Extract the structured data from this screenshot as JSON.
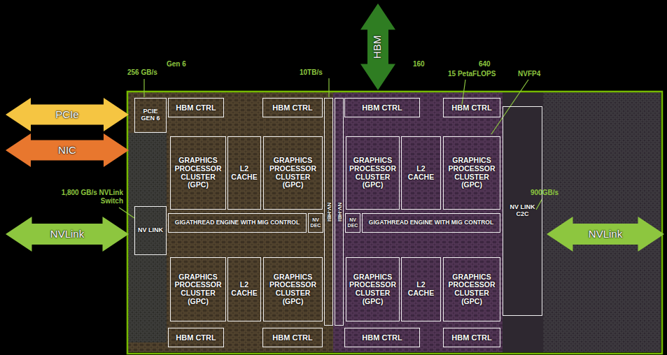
{
  "diagram": {
    "nodes": [
      {
        "text": [
          "HBM"
        ]
      },
      {
        "text": [
          "PCIe"
        ]
      },
      {
        "text": [
          "NIC"
        ]
      },
      {
        "text": [
          "NVLink"
        ]
      },
      {
        "text": [
          "PCIE GEN 6"
        ]
      },
      {
        "text": [
          "HBM CTRL"
        ]
      },
      {
        "text": [
          "HBM CTRL"
        ]
      },
      {
        "text": [
          "HBM CTRL"
        ]
      },
      {
        "text": [
          "HBM CTRL"
        ]
      },
      {
        "text": [
          "GRAPHICS PROCESSOR CLUSTER (GPC)"
        ]
      },
      {
        "text": [
          "L2 CACHE"
        ]
      },
      {
        "text": [
          "GRAPHICS PROCESSOR CLUSTER (GPC)"
        ]
      },
      {
        "text": [
          "NV-HBI"
        ]
      },
      {
        "text": [
          "NV-HBI"
        ]
      },
      {
        "text": [
          "GRAPHICS PROCESSOR CLUSTER (GPC)"
        ]
      },
      {
        "text": [
          "L2 CACHE"
        ]
      },
      {
        "text": [
          "GRAPHICS PROCESSOR CLUSTER (GPC)"
        ]
      },
      {
        "text": [
          "NV LINK"
        ]
      },
      {
        "text": [
          "GIGATHREAD ENGINE WITH MIG CONTROL"
        ]
      },
      {
        "text": [
          "NV DEC"
        ]
      },
      {
        "text": [
          "NV DEC"
        ]
      },
      {
        "text": [
          "GIGATHREAD ENGINE WITH MIG CONTROL"
        ]
      },
      {
        "text": [
          "NV LINK C2C"
        ]
      },
      {
        "text": [
          "NVLink"
        ]
      },
      {
        "text": [
          "GRAPHICS PROCESSOR CLUSTER (GPC)"
        ]
      },
      {
        "text": [
          "L2 CACHE"
        ]
      },
      {
        "text": [
          "GRAPHICS PROCESSOR CLUSTER (GPC)"
        ]
      },
      {
        "text": [
          "GRAPHICS PROCESSOR CLUSTER (GPC)"
        ]
      },
      {
        "text": [
          "L2 CACHE"
        ]
      },
      {
        "text": [
          "GRAPHICS PROCESSOR CLUSTER (GPC)"
        ]
      },
      {
        "text": [
          "HBM CTRL"
        ]
      },
      {
        "text": [
          "HBM CTRL"
        ]
      },
      {
        "text": [
          "HBM CTRL"
        ]
      },
      {
        "text": [
          "HBM CTRL"
        ]
      }
    ],
    "labels": [
      "Gen 6",
      "256 GB/s",
      "10TB/s",
      "160",
      "640",
      "15 PetaFLOPS",
      "NVFP4",
      "1,800 GB/s NVLink Switch",
      "900GB/s"
    ]
  }
}
